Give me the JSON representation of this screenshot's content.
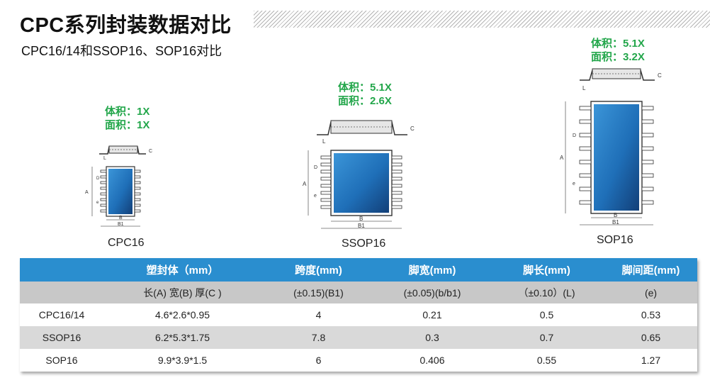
{
  "header": {
    "title": "CPC系列封装数据对比",
    "subtitle": "CPC16/14和SSOP16、SOP16对比"
  },
  "packages": [
    {
      "name": "CPC16",
      "volume": "体积：1X",
      "area": "面积：1X"
    },
    {
      "name": "SSOP16",
      "volume": "体积：5.1X",
      "area": "面积：2.6X"
    },
    {
      "name": "SOP16",
      "volume": "体积：5.1X",
      "area": "面积：3.2X"
    }
  ],
  "drawing_labels": {
    "a": "A",
    "b": "B",
    "b1": "B1",
    "c": "C",
    "d": "D",
    "e": "e",
    "l": "L"
  },
  "table": {
    "headers": [
      "",
      "塑封体（mm）",
      "跨度(mm)",
      "脚宽(mm)",
      "脚长(mm)",
      "脚间距(mm)"
    ],
    "subheaders": [
      "",
      "长(A) 宽(B) 厚(C )",
      "(±0.15)(B1)",
      "(±0.05)(b/b1)",
      "（±0.10）(L)",
      "(e)"
    ],
    "rows": [
      [
        "CPC16/14",
        "4.6*2.6*0.95",
        "4",
        "0.21",
        "0.5",
        "0.53"
      ],
      [
        "SSOP16",
        "6.2*5.3*1.75",
        "7.8",
        "0.3",
        "0.7",
        "0.65"
      ],
      [
        "SOP16",
        "9.9*3.9*1.5",
        "6",
        "0.406",
        "0.55",
        "1.27"
      ]
    ]
  },
  "colors": {
    "accent_green": "#22a64a",
    "header_blue": "#2a8ecf",
    "chip_blue": "#2a7ec4"
  }
}
